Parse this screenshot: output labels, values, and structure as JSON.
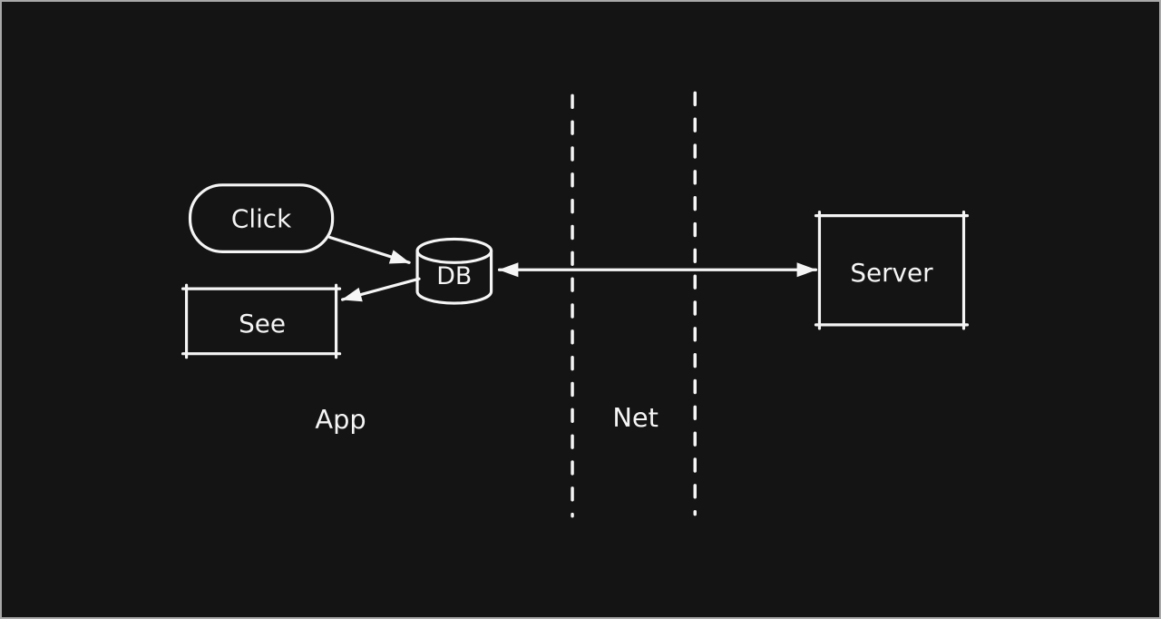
{
  "canvas": {
    "background": "#141414",
    "frame_border": "#a9a9a9",
    "stroke": "#f5f5f5"
  },
  "nodes": {
    "click": {
      "label": "Click",
      "shape": "rounded-rectangle"
    },
    "see": {
      "label": "See",
      "shape": "rectangle"
    },
    "db": {
      "label": "DB",
      "shape": "cylinder"
    },
    "server": {
      "label": "Server",
      "shape": "rectangle"
    }
  },
  "zones": {
    "app": {
      "label": "App"
    },
    "net": {
      "label": "Net"
    }
  },
  "edges": {
    "click_to_db": {
      "type": "arrow",
      "from": "click",
      "to": "db"
    },
    "db_to_see": {
      "type": "arrow",
      "from": "db",
      "to": "see"
    },
    "db_to_server": {
      "type": "double-arrow",
      "from": "db",
      "to": "server"
    }
  }
}
